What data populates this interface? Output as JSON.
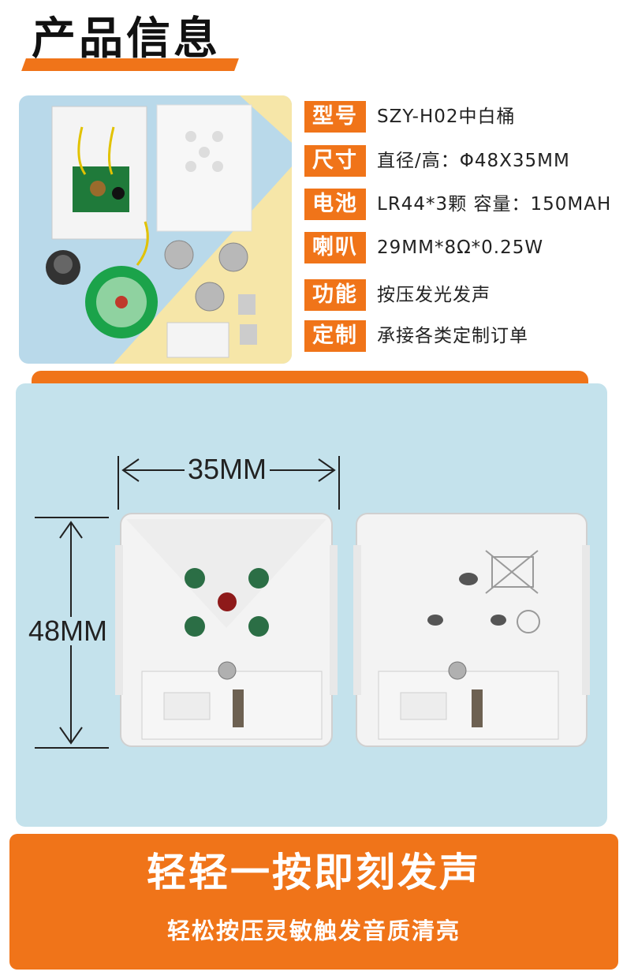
{
  "header": {
    "title": "产品信息"
  },
  "specs": [
    {
      "label": "型号",
      "value": "SZY-H02中白桶"
    },
    {
      "label": "尺寸",
      "value": "直径/高：Φ48X35MM"
    },
    {
      "label": "电池",
      "value": "LR44*3颗 容量：150MAH"
    },
    {
      "label": "喇叭",
      "value": "29MM*8Ω*0.25W"
    },
    {
      "label": "功能",
      "value": "按压发光发声"
    },
    {
      "label": "定制",
      "value": "承接各类定制订单"
    }
  ],
  "dimensions": {
    "width_label": "35MM",
    "height_label": "48MM"
  },
  "banner": {
    "headline": "轻轻一按即刻发声",
    "subline": "轻松按压灵敏触发音质清亮"
  },
  "colors": {
    "accent": "#f07419",
    "panel": "#c4e2ec",
    "photo_bg_left": "#b9d9ea",
    "photo_bg_right": "#f6e6a8"
  }
}
